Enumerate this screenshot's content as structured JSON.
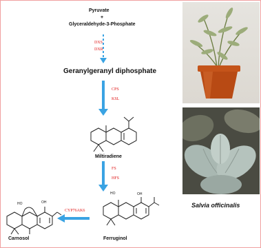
{
  "pathway": {
    "start_top": "Pyruvate",
    "plus": "+",
    "start_bottom": "Glyceraldehyde-3-Phosphate",
    "enzymes_1": [
      "DXS",
      "DXR"
    ],
    "intermediate_1": "Geranylgeranyl diphosphate",
    "enzymes_2": [
      "CPS",
      "KSL"
    ],
    "intermediate_2": "Miltiradiene",
    "enzymes_3": [
      "FS",
      "HFS"
    ],
    "intermediate_3": "Ferruginol",
    "enzymes_4": "CYP76AK6",
    "product": "Carnosol"
  },
  "photos": {
    "plant_pot": "potted-plant-photo",
    "leaves": "sage-leaves-photo",
    "caption": "Salvia officinalis"
  },
  "colors": {
    "arrow": "#3aa3e3",
    "enzyme_text": "#e01818",
    "pot": "#c4541a",
    "leaf": "#a9b8b2"
  }
}
